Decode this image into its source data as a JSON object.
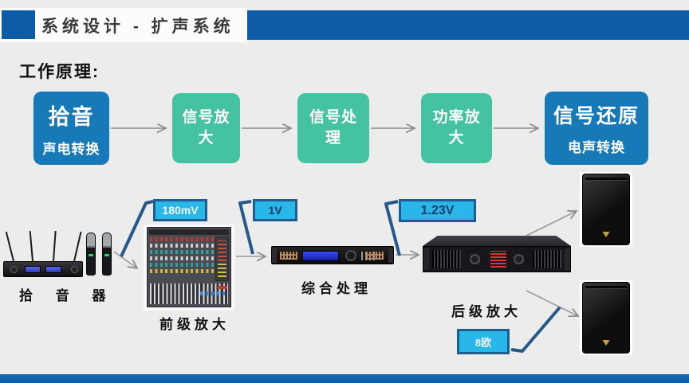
{
  "page": {
    "title": "系统设计 - 扩声系统",
    "heading": "工作原理:"
  },
  "flow": {
    "steps": [
      {
        "title": "拾音",
        "subtitle": "声电转换"
      },
      {
        "label": "信号放大"
      },
      {
        "label": "信号处理"
      },
      {
        "label": "功率放大"
      },
      {
        "title": "信号还原",
        "subtitle": "电声转换"
      }
    ]
  },
  "signal_labels": {
    "mic_level": "180mV",
    "line_level": "1V",
    "amp_input": "1.23V",
    "impedance": "8欧"
  },
  "devices": {
    "microphone": "拾 音 器",
    "preamp": "前级放大",
    "processor": "综合处理",
    "poweramp": "后级放大"
  },
  "colors": {
    "accent_blue": "#0e5ca6",
    "box_blue": "#1779b8",
    "box_teal": "#45c3a1",
    "label_cyan": "#29b6e8",
    "label_border": "#1f5c8f",
    "arrow_gray": "#8c8c8c"
  }
}
